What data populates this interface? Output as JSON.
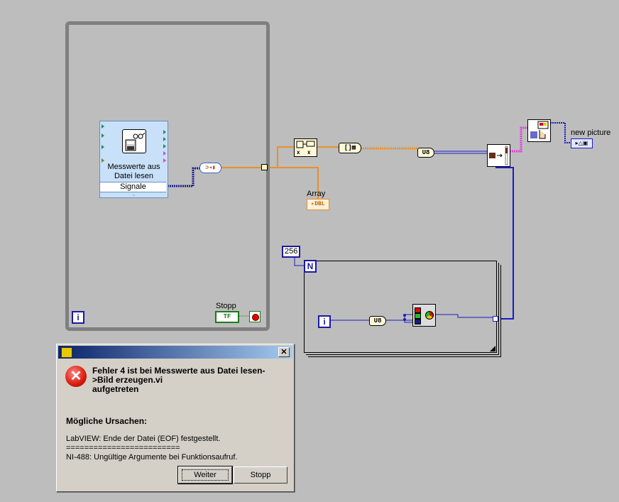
{
  "diagram": {
    "subvi": {
      "title": "Messwerte aus Datei lesen",
      "output_label": "Signale"
    },
    "array_indicator": {
      "label": "Array",
      "type": "DBL"
    },
    "conversion_u8_top": "U8",
    "conversion_u8_loop": "U8",
    "numeric_constant_256": "256",
    "for_loop_count_terminal": "N",
    "while_loop_iteration": "i",
    "for_loop_iteration": "i",
    "stop_control": {
      "label": "Stopp",
      "type": "TF"
    },
    "picture_indicator": {
      "label": "new picture"
    }
  },
  "colors": {
    "diagram_bg": "#bdbdbd",
    "wire_orange": "#e8902a",
    "wire_blue": "#1a1ac8",
    "wire_pink": "#e040e0",
    "wire_green": "#1a7a1a"
  },
  "error_dialog": {
    "message": "Fehler 4 ist bei Messwerte aus Datei lesen-\n>Bild erzeugen.vi\n aufgetreten",
    "causes_heading": "Mögliche Ursachen:",
    "causes": "LabVIEW:  Ende der Datei (EOF) festgestellt.\n=========================\nNI-488:  Ungültige Argumente bei Funktionsaufruf.",
    "buttons": {
      "continue": "Weiter",
      "stop": "Stopp"
    }
  }
}
